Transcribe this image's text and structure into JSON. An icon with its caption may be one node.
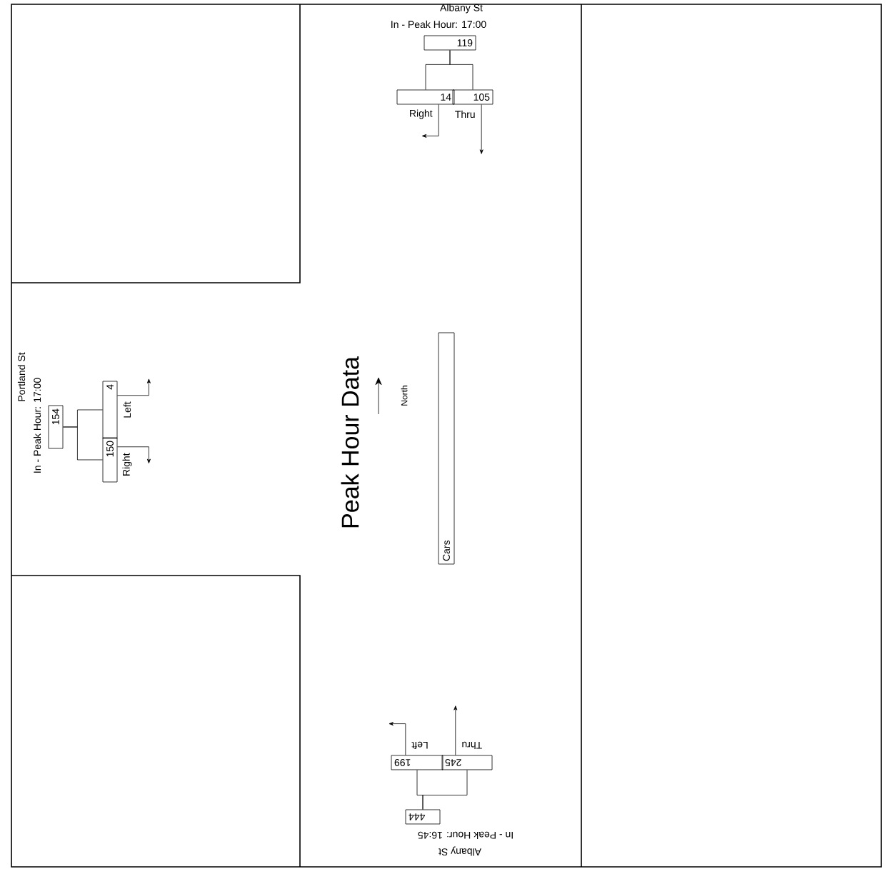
{
  "diagram": {
    "title": "Peak Hour Data",
    "nodes": [
      {
        "text": [
          "119"
        ]
      },
      {
        "text": [
          "14"
        ],
        "beside": [
          "Right"
        ]
      },
      {
        "text": [
          "105"
        ],
        "beside": [
          "Thru"
        ]
      },
      {
        "text": [
          "154"
        ]
      },
      {
        "text": [
          "150"
        ],
        "beside": [
          "Right"
        ]
      },
      {
        "text": [
          "4"
        ],
        "beside": [
          "Left"
        ]
      },
      {
        "text": [
          "444"
        ]
      },
      {
        "text": [
          "199"
        ],
        "beside": [
          "Left"
        ]
      },
      {
        "text": [
          "245"
        ],
        "beside": [
          "Thru"
        ]
      },
      {
        "text": [
          "Cars"
        ]
      }
    ],
    "edges": [
      {
        "from": 0,
        "to": 1,
        "arrow": "none"
      },
      {
        "from": 0,
        "to": 2,
        "arrow": "none"
      },
      {
        "from": 1,
        "to": null,
        "arrow": "to"
      },
      {
        "from": 2,
        "to": null,
        "arrow": "to"
      },
      {
        "from": 3,
        "to": 4,
        "arrow": "none"
      },
      {
        "from": 3,
        "to": 5,
        "arrow": "none"
      },
      {
        "from": 4,
        "to": null,
        "arrow": "to"
      },
      {
        "from": 5,
        "to": null,
        "arrow": "to"
      },
      {
        "from": 6,
        "to": 7,
        "arrow": "none"
      },
      {
        "from": 6,
        "to": 8,
        "arrow": "none"
      },
      {
        "from": 7,
        "to": null,
        "arrow": "to"
      },
      {
        "from": 8,
        "to": null,
        "arrow": "to"
      }
    ],
    "labels": [
      "Albany St",
      "In - Peak Hour: 17:00",
      "Portland St",
      "In - Peak Hour: 17:00",
      "North",
      "Albany St",
      "In - Peak Hour: 16:45"
    ]
  }
}
